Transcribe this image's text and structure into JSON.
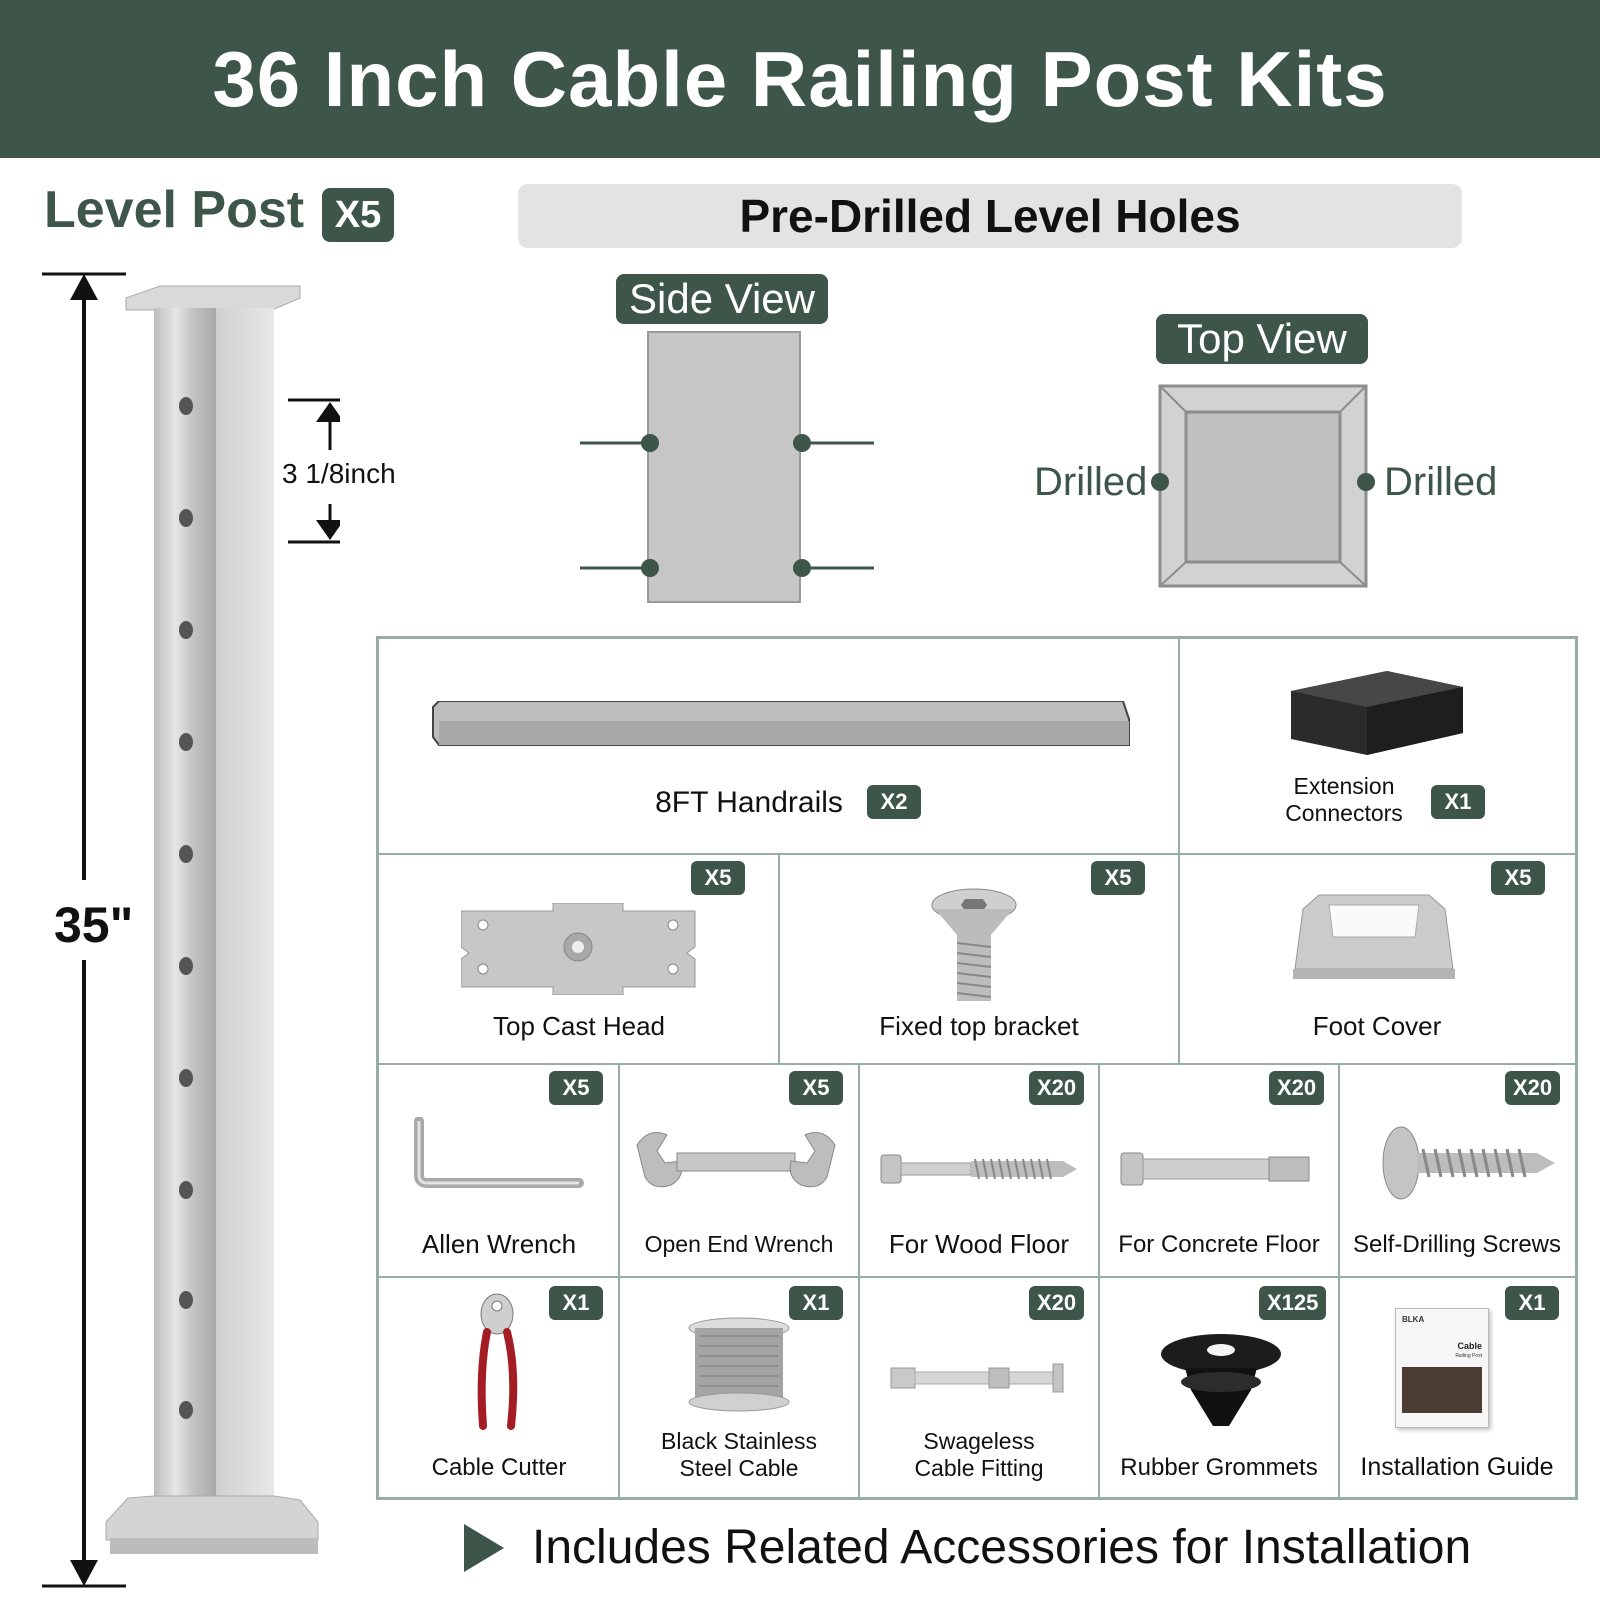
{
  "banner": {
    "title": "36 Inch Cable Railing Post Kits"
  },
  "level_post": {
    "title": "Level Post",
    "qty": "X5",
    "height": "35\"",
    "spacing": "3 1/8inch"
  },
  "holes": {
    "title": "Pre-Drilled Level Holes",
    "side_view": "Side View",
    "top_view": "Top View",
    "left_label": "Drilled",
    "right_label": "Drilled"
  },
  "items": [
    {
      "label": "8FT Handrails",
      "qty": "X2",
      "icon": "handrail-icon"
    },
    {
      "label": "Extension\nConnectors",
      "qty": "X1",
      "icon": "extension-connector-icon"
    },
    {
      "label": "Top Cast Head",
      "qty": "X5",
      "icon": "top-cast-head-icon"
    },
    {
      "label": "Fixed top bracket",
      "qty": "X5",
      "icon": "bracket-screw-icon"
    },
    {
      "label": "Foot Cover",
      "qty": "X5",
      "icon": "foot-cover-icon"
    },
    {
      "label": "Allen Wrench",
      "qty": "X5",
      "icon": "allen-wrench-icon"
    },
    {
      "label": "Open End Wrench",
      "qty": "X5",
      "icon": "open-end-wrench-icon"
    },
    {
      "label": "For Wood Floor",
      "qty": "X20",
      "icon": "lag-screw-icon"
    },
    {
      "label": "For Concrete Floor",
      "qty": "X20",
      "icon": "anchor-bolt-icon"
    },
    {
      "label": "Self-Drilling Screws",
      "qty": "X20",
      "icon": "self-drilling-screw-icon"
    },
    {
      "label": "Cable Cutter",
      "qty": "X1",
      "icon": "cable-cutter-icon"
    },
    {
      "label": "Black Stainless\nSteel Cable",
      "qty": "X1",
      "icon": "cable-spool-icon"
    },
    {
      "label": "Swageless\nCable Fitting",
      "qty": "X20",
      "icon": "cable-fitting-icon"
    },
    {
      "label": "Rubber Grommets",
      "qty": "X125",
      "icon": "grommet-icon"
    },
    {
      "label": "Installation Guide",
      "qty": "X1",
      "icon": "guide-booklet-icon"
    }
  ],
  "guide_cover": {
    "brand": "BLKA",
    "title": "Cable",
    "subtitle": "Railing Post"
  },
  "footer": {
    "text": "Includes Related Accessories for Installation"
  },
  "colors": {
    "brand_green": "#3d5649",
    "border": "#97ada2",
    "steel": "#c4c4c4"
  }
}
